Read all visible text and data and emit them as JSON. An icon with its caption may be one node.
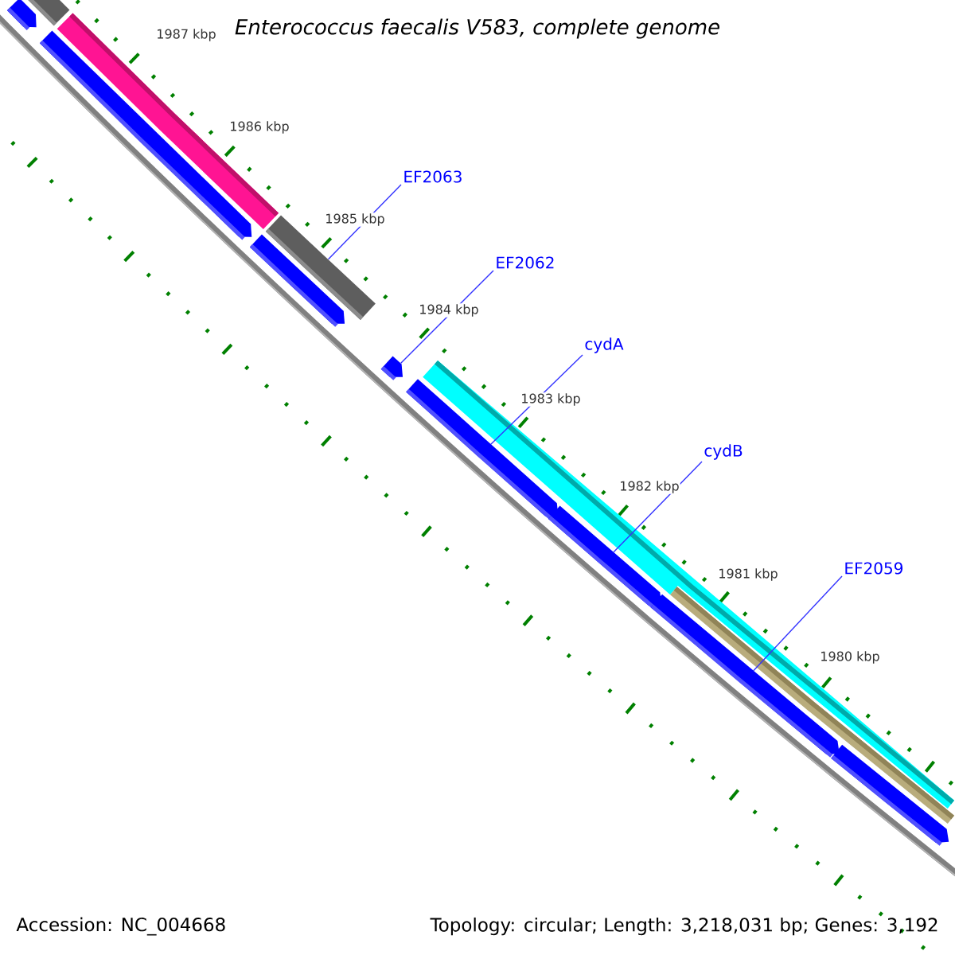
{
  "diagram": {
    "title": "Enterococcus faecalis V583, complete genome",
    "nodes": [
      {
        "text": [
          "EF2063"
        ]
      },
      {
        "text": [
          "EF2062"
        ]
      },
      {
        "text": [
          "cydA"
        ]
      },
      {
        "text": [
          "cydB"
        ]
      },
      {
        "text": [
          "EF2059"
        ]
      },
      {
        "text": [],
        "shape": "arrow"
      },
      {
        "text": [],
        "shape": "bar"
      },
      {
        "text": [],
        "shape": "arrow"
      },
      {
        "text": [],
        "shape": "bar"
      },
      {
        "text": [],
        "shape": "arrow"
      },
      {
        "text": [],
        "shape": "bar"
      },
      {
        "text": [],
        "shape": "arrow"
      },
      {
        "text": [],
        "shape": "arrow"
      },
      {
        "text": [],
        "shape": "bar"
      },
      {
        "text": [],
        "shape": "arrow"
      },
      {
        "text": [],
        "shape": "arrow"
      },
      {
        "text": [],
        "shape": "bar"
      },
      {
        "text": [],
        "shape": "arrow"
      }
    ],
    "edges": [
      {
        "from": 0,
        "to": 10,
        "arrow": "none"
      },
      {
        "from": 1,
        "to": 11,
        "arrow": "none"
      },
      {
        "from": 2,
        "to": 12,
        "arrow": "none"
      },
      {
        "from": 3,
        "to": 14,
        "arrow": "none"
      },
      {
        "from": 4,
        "to": 15,
        "arrow": "none"
      }
    ],
    "labels": [
      "1987 kbp",
      "1986 kbp",
      "1985 kbp",
      "1984 kbp",
      "1983 kbp",
      "1982 kbp",
      "1981 kbp",
      "1980 kbp",
      "Accession: NC_004668",
      "Topology: circular; Length: 3,218,031 bp; Genes: 3,192"
    ]
  }
}
